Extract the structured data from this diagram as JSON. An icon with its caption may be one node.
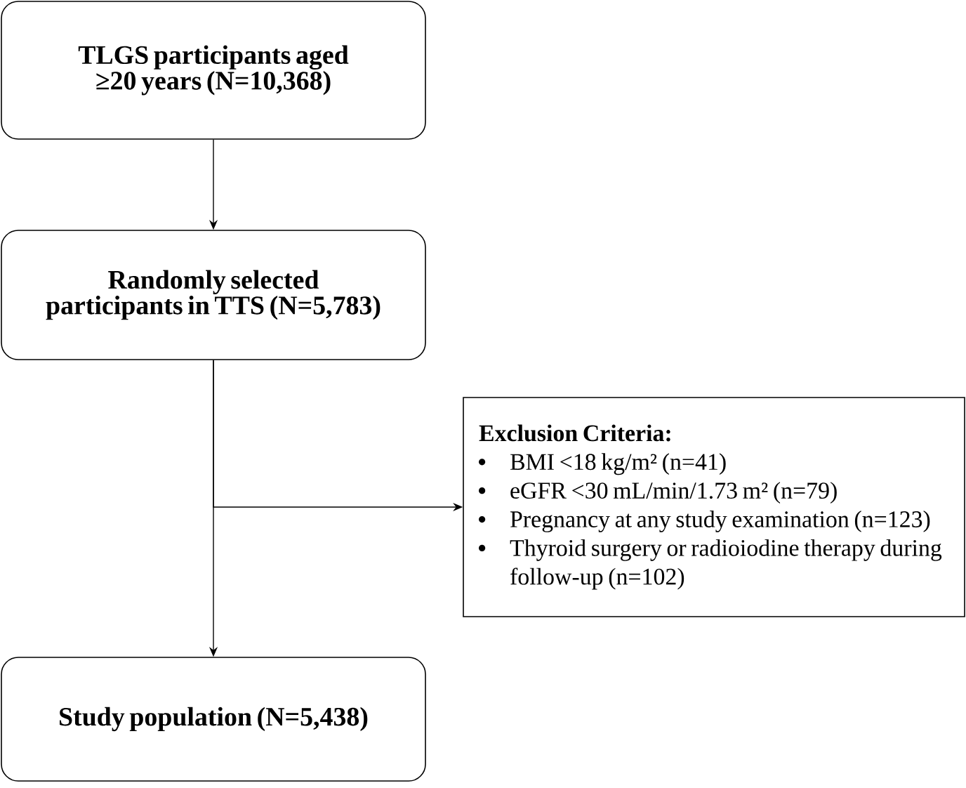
{
  "diagram": {
    "nodes": [
      {
        "text": [
          "TLGS participants aged ≥20 years (N=10,368)"
        ]
      },
      {
        "text": [
          "Randomly selected participants in TTS (N=5,783)"
        ]
      },
      {
        "text": [
          "Exclusion Criteria:",
          "BMI <18 kg/m² (n=41)",
          "eGFR <30 mL/min/1.73 m² (n=79)",
          "Pregnancy at any study examination (n=123)",
          "Thyroid surgery or radioiodine therapy during follow-up (n=102)"
        ]
      },
      {
        "text": [
          "Study population (N=5,438)"
        ]
      }
    ],
    "edges": [
      {
        "from": 0,
        "to": 1,
        "arrow": "to"
      },
      {
        "from": 1,
        "to": 3,
        "arrow": "to"
      },
      {
        "from": 1,
        "to": 2,
        "arrow": "to"
      }
    ]
  }
}
